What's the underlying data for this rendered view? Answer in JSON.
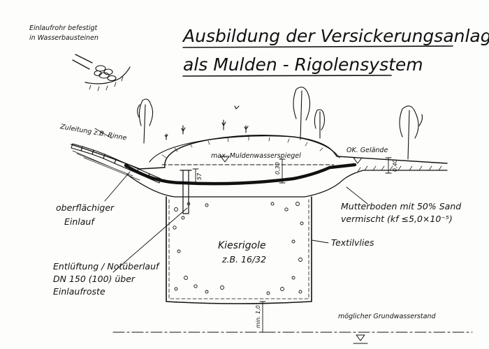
{
  "title": {
    "line1": "Ausbildung der Versickerungsanlage",
    "line2": "als Mulden - Rigolensystem"
  },
  "inset": {
    "line1": "Einlaufrohr befestigt",
    "line2": "in Wasserbausteinen"
  },
  "labels": {
    "zuleitung": "Zuleitung z.B. Rinne",
    "max_mulden": "max. Muldenwasserspiegel",
    "ok_gelaende": "OK. Gelände",
    "einlauf_1": "oberflächiger",
    "einlauf_2": "Einlauf",
    "mutterboden_1": "Mutterboden mit 50% Sand",
    "mutterboden_2": "vermischt (kf ≤5,0×10⁻⁵)",
    "textilvlies": "Textilvlies",
    "kiesrigole_1": "Kiesrigole",
    "kiesrigole_2": "z.B. 16/32",
    "entlueftung_1": "Entlüftung / Notüberlauf",
    "entlueftung_2": "DN 150 (100) über",
    "entlueftung_3": "Einlaufroste",
    "grundwasser": "möglicher Grundwasserstand"
  },
  "dimensions": {
    "d_030": "0,30",
    "d_040": "0,40",
    "d_min10": "min. 1,0",
    "d_57": "57"
  }
}
